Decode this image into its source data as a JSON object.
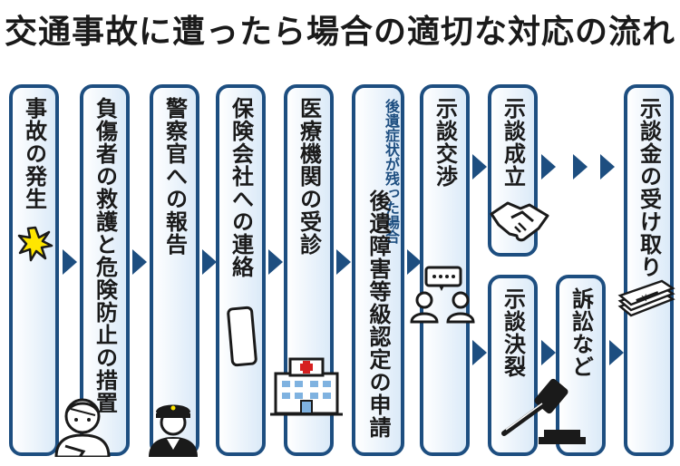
{
  "title": "交通事故に遭ったら場合の適切な対応の流れ",
  "steps": {
    "accident": "事故の発生",
    "rescue": "負傷者の救護と危険防止の措置",
    "police": "警察官への報告",
    "insurance": "保険会社への連絡",
    "medical": "医療機関の受診",
    "sequelae_note": "後遺症状が残った場合",
    "sequelae": "後遺障害等級認定の申請",
    "negotiation": "示談交渉",
    "settled": "示談成立",
    "failed": "示談決裂",
    "lawsuit": "訴訟など",
    "payment": "示談金の受け取り"
  },
  "icons": {
    "crash": "starburst-icon",
    "injured": "injured-person-icon",
    "police": "police-officer-icon",
    "phone": "smartphone-icon",
    "hospital": "hospital-icon",
    "talk": "discussion-icon",
    "handshake": "handshake-icon",
    "gavel": "gavel-icon",
    "money": "money-bundle-icon"
  },
  "colors": {
    "border": "#1d4e80",
    "fill_light": "#dbeaf8",
    "accent_yellow": "#ffe600"
  }
}
